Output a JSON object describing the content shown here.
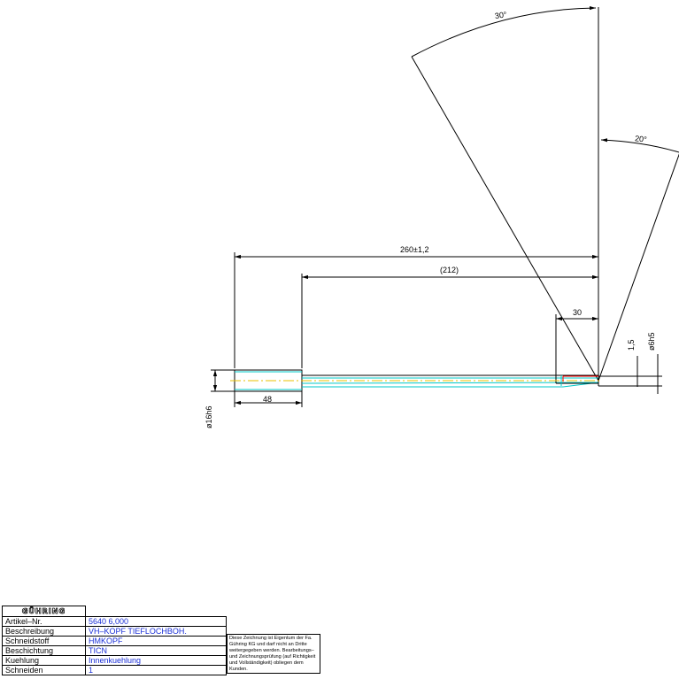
{
  "dimensions": {
    "overall_length": "260±1,2",
    "inner_length": "(212)",
    "head_length": "30",
    "shank_length": "48",
    "shank_diameter": "ø16h6",
    "tip_diameter": "ø6h5",
    "tip_offset": "1,5",
    "angle_top": "30°",
    "angle_right": "20°"
  },
  "title_block": {
    "logo": "GÜHRING",
    "rows": [
      {
        "label": "Artikel–Nr.",
        "value": "5640  6,000"
      },
      {
        "label": "Beschreibung",
        "value": "VH–KOPF  TIEFLOCHBOH."
      },
      {
        "label": "Schneidstoff",
        "value": "HMKOPF"
      },
      {
        "label": "Beschichtung",
        "value": "TICN"
      },
      {
        "label": "Kuehlung",
        "value": "Innenkuehlung"
      },
      {
        "label": "Schneiden",
        "value": "1"
      }
    ],
    "notice": "Diese Zeichnung ist Eigentum der Fa. Gühring KG und darf nicht an Dritte weitergegeben werden. Bearbeitungs– und Zeichnungsprüfung (auf Richtigkeit und Vollständigkeit) obliegen dem Kunden."
  },
  "colors": {
    "outline": "#000000",
    "tool_body": "#00c8c8",
    "centerline": "#e8c000",
    "cutting_edge": "#ff0000",
    "title_values": "#1a2fd6"
  }
}
